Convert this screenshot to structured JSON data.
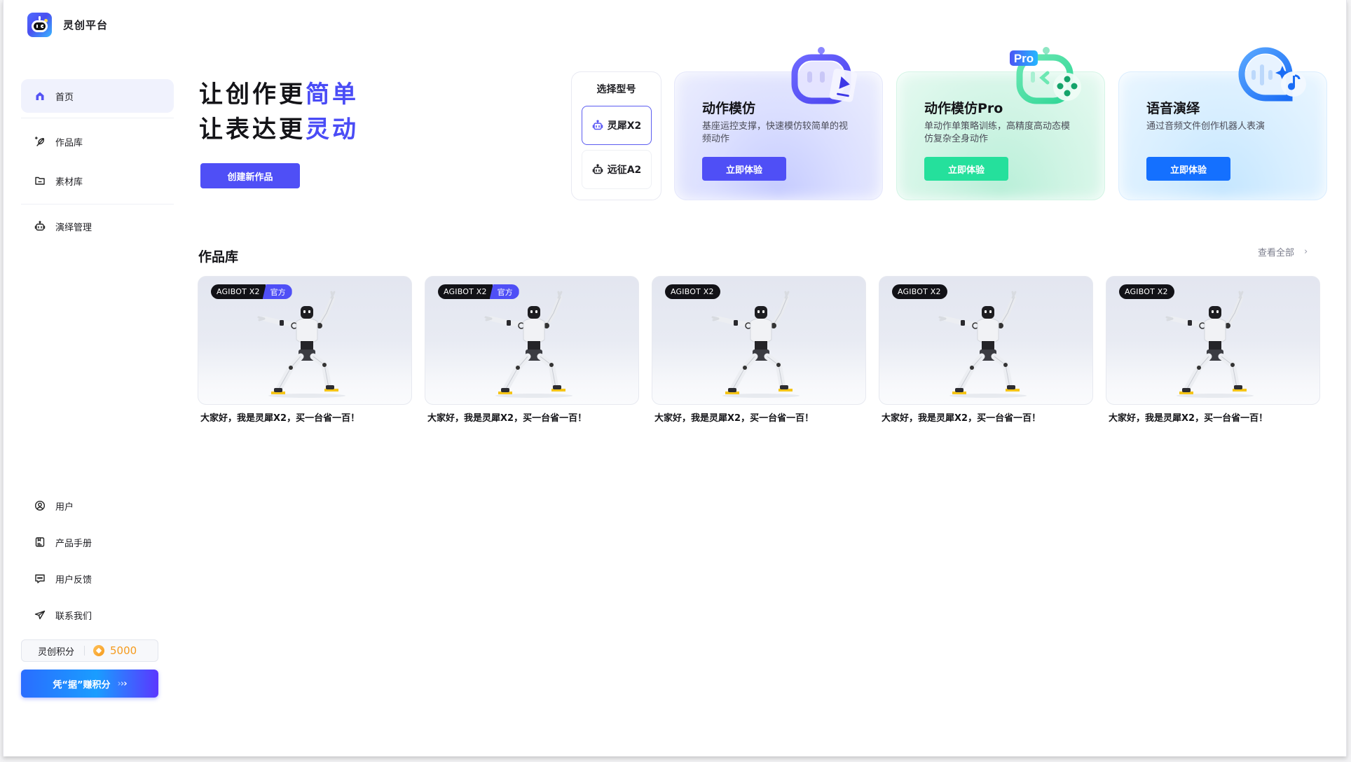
{
  "app": {
    "name": "灵创平台"
  },
  "sidebar": {
    "top_items": [
      {
        "label": "首页",
        "icon": "home-icon",
        "active": true
      },
      {
        "label": "作品库",
        "icon": "feather-sparkle-icon"
      },
      {
        "label": "素材库",
        "icon": "folder-icon"
      },
      {
        "label": "演绎管理",
        "icon": "robot-icon"
      }
    ],
    "bottom_items": [
      {
        "label": "用户",
        "icon": "user-circle-icon"
      },
      {
        "label": "产品手册",
        "icon": "manual-icon"
      },
      {
        "label": "用户反馈",
        "icon": "feedback-chat-icon"
      },
      {
        "label": "联系我们",
        "icon": "send-icon"
      }
    ],
    "points": {
      "label": "灵创积分",
      "value": "5000",
      "icon": "coin-icon"
    },
    "earn_button": {
      "label": "凭“据”赚积分",
      "arrows": "›››"
    }
  },
  "hero": {
    "line1_prefix": "让创作更",
    "line1_highlight": "简单",
    "line2_prefix": "让表达更",
    "line2_highlight": "灵动",
    "create_button": "创建新作品",
    "colors": {
      "accent": "#4a4cf6"
    }
  },
  "model_selector": {
    "title": "选择型号",
    "options": [
      {
        "label": "灵犀X2",
        "selected": true
      },
      {
        "label": "远征A2",
        "selected": false
      }
    ]
  },
  "features": [
    {
      "title": "动作模仿",
      "desc": "基座运控支撑，快速模仿较简单的视频动作",
      "button": "立即体验",
      "color": "#4f4ff6"
    },
    {
      "title": "动作模仿Pro",
      "desc": "单动作单策略训练，高精度高动态模仿复杂全身动作",
      "button": "立即体验",
      "color": "#25e09c",
      "tag": "Pro"
    },
    {
      "title": "语音演绎",
      "desc": "通过音频文件创作机器人表演",
      "button": "立即体验",
      "color": "#1470ff"
    }
  ],
  "gallery": {
    "title": "作品库",
    "view_all": "查看全部",
    "items": [
      {
        "badge": "AGIBOT X2",
        "official": "官方",
        "caption": "大家好，我是灵犀X2，买一台省一百！"
      },
      {
        "badge": "AGIBOT X2",
        "official": "官方",
        "caption": "大家好，我是灵犀X2，买一台省一百！"
      },
      {
        "badge": "AGIBOT X2",
        "official": null,
        "caption": "大家好，我是灵犀X2，买一台省一百！"
      },
      {
        "badge": "AGIBOT X2",
        "official": null,
        "caption": "大家好，我是灵犀X2，买一台省一百！"
      },
      {
        "badge": "AGIBOT X2",
        "official": null,
        "caption": "大家好，我是灵犀X2，买一台省一百！"
      }
    ]
  }
}
